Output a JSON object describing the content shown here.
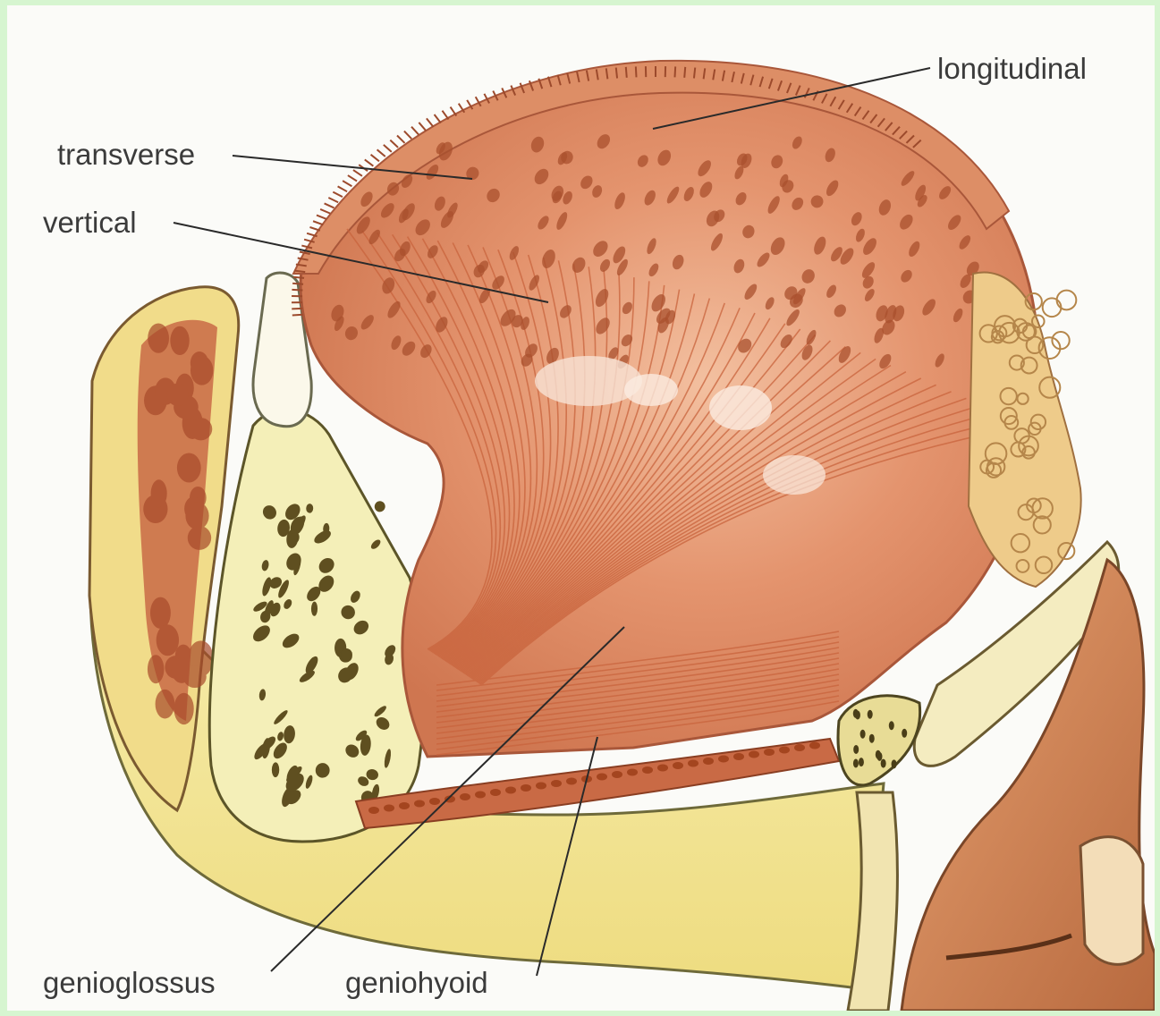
{
  "labels": {
    "longitudinal": "longitudinal",
    "transverse": "transverse",
    "vertical": "vertical",
    "genioglossus": "genioglossus",
    "geniohyoid": "geniohyoid"
  },
  "colors": {
    "frame_border": "#d6f5d0",
    "background": "#fbfbf8",
    "muscle": "#e2906b",
    "muscle_dark": "#c2653f",
    "muscle_light": "#f0b08d",
    "fat_yellow": "#f2e69a",
    "bone_pale": "#f4efb8",
    "bone_spots": "#6b5a28",
    "skin": "#d98a5a",
    "leader_line": "#2a2a2a"
  }
}
